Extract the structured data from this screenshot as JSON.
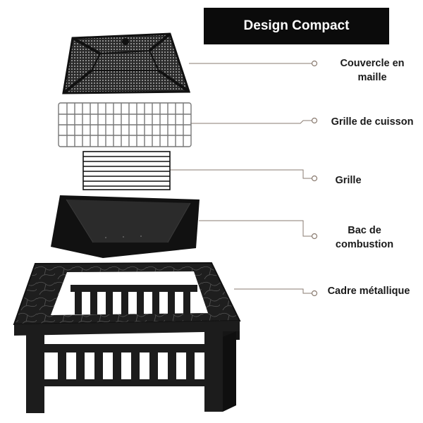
{
  "banner": {
    "title": "Design Compact"
  },
  "parts": {
    "lid": "Couvercle en maille",
    "cooking_grid": "Grille de cuisson",
    "grate": "Grille",
    "bowl": "Bac de combustion",
    "frame": "Cadre métallique"
  },
  "colors": {
    "banner": "#0b0b0b",
    "leader_line": "#8a7b70",
    "metal": "#1c1c1c"
  }
}
